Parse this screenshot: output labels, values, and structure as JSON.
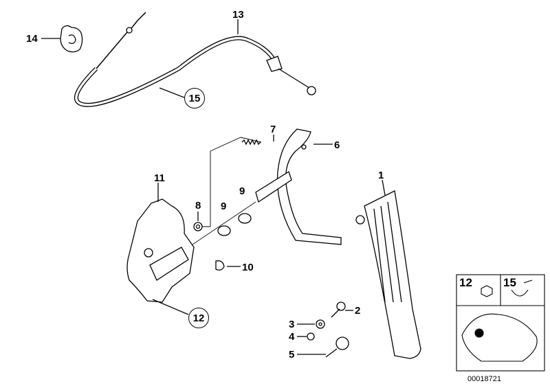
{
  "diagram": {
    "callouts": [
      {
        "id": "1",
        "label": "1",
        "circled": false
      },
      {
        "id": "2",
        "label": "2",
        "circled": false
      },
      {
        "id": "3",
        "label": "3",
        "circled": false
      },
      {
        "id": "4",
        "label": "4",
        "circled": false
      },
      {
        "id": "5",
        "label": "5",
        "circled": false
      },
      {
        "id": "6",
        "label": "6",
        "circled": false
      },
      {
        "id": "7",
        "label": "7",
        "circled": false
      },
      {
        "id": "8",
        "label": "8",
        "circled": false
      },
      {
        "id": "9a",
        "label": "9",
        "circled": false
      },
      {
        "id": "9b",
        "label": "9",
        "circled": false
      },
      {
        "id": "10",
        "label": "10",
        "circled": false
      },
      {
        "id": "11",
        "label": "11",
        "circled": false
      },
      {
        "id": "12",
        "label": "12",
        "circled": true
      },
      {
        "id": "13",
        "label": "13",
        "circled": false
      },
      {
        "id": "14",
        "label": "14",
        "circled": false
      },
      {
        "id": "15",
        "label": "15",
        "circled": true
      }
    ],
    "inset": {
      "left_label": "12",
      "right_label": "15"
    },
    "reference_number": "00018721"
  }
}
